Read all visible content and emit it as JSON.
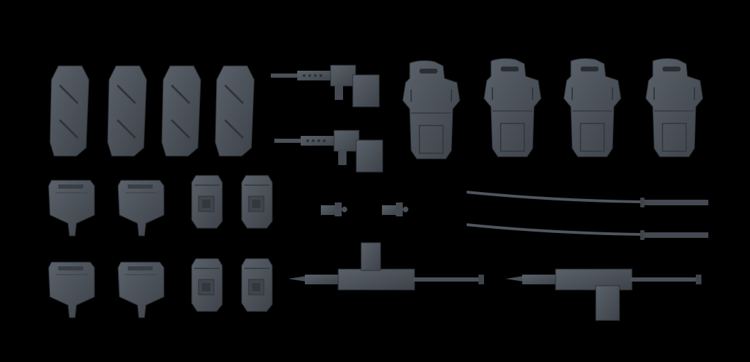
{
  "scene": {
    "background_color": "#000000",
    "part_color": "#4a5058",
    "part_highlight": "#5c636c",
    "part_shadow": "#363b42",
    "parts": [
      {
        "kind": "shoulder-shield-icon",
        "count": 4
      },
      {
        "kind": "machine-gun-icon",
        "count": 2
      },
      {
        "kind": "armor-plate-icon",
        "count": 4
      },
      {
        "kind": "skirt-armor-icon",
        "count": 4
      },
      {
        "kind": "leg-armor-icon",
        "count": 4
      },
      {
        "kind": "hand-part-icon",
        "count": 2
      },
      {
        "kind": "katana-icon",
        "count": 2
      },
      {
        "kind": "bazooka-icon",
        "count": 2
      }
    ]
  }
}
